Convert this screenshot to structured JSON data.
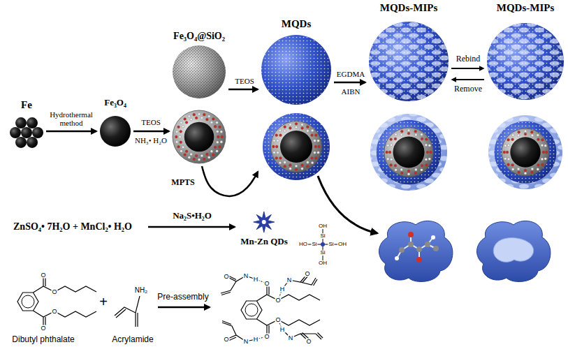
{
  "diagram": {
    "nodes": [
      {
        "text": [
          "Fe"
        ]
      },
      {
        "text": [
          "Fe₃O₄"
        ]
      },
      {
        "text": [
          "Fe₃O₄@SiO₂"
        ]
      },
      {
        "text": [
          "MQDs"
        ]
      },
      {
        "text": [
          "MQDs-MIPs"
        ]
      },
      {
        "text": [
          "MQDs-MIPs"
        ]
      },
      {
        "text": [
          "Mn-Zn QDs"
        ]
      }
    ],
    "edges": [
      {
        "from": 0,
        "to": 1,
        "label": "Hydrothermal method",
        "arrow": "to"
      },
      {
        "from": 1,
        "to": 2,
        "label": "TEOS",
        "arrow": "to"
      },
      {
        "from": 2,
        "to": 3,
        "label": "TEOS",
        "arrow": "to"
      },
      {
        "from": 2,
        "to": 3,
        "label": "MPTS",
        "arrow": "to"
      },
      {
        "from": 3,
        "to": 4,
        "label": "EGDMA",
        "arrow": "to"
      },
      {
        "from": 4,
        "to": 5,
        "label": "Rebind",
        "arrow": "to"
      },
      {
        "from": 5,
        "to": 4,
        "label": "Remove",
        "arrow": "to"
      }
    ],
    "labels": [
      "NH₃• H₂O",
      "AIBN",
      "ZnSO₄• 7H₂O + MnCl₂• H₂O",
      "Na₂S•H₂O",
      "Dibutyl phthalate",
      "+",
      "Acrylamide",
      "Pre-assembly",
      "O",
      "O",
      "O",
      "O",
      "NH₂",
      "Si",
      "Si",
      "Si",
      "Si",
      "HO",
      "OH",
      "OH",
      "OH",
      "O",
      "O",
      "O",
      "O",
      "H",
      "N",
      "O",
      "H",
      "N",
      "O",
      "H",
      "N",
      "O",
      "H",
      "N",
      "O"
    ]
  }
}
